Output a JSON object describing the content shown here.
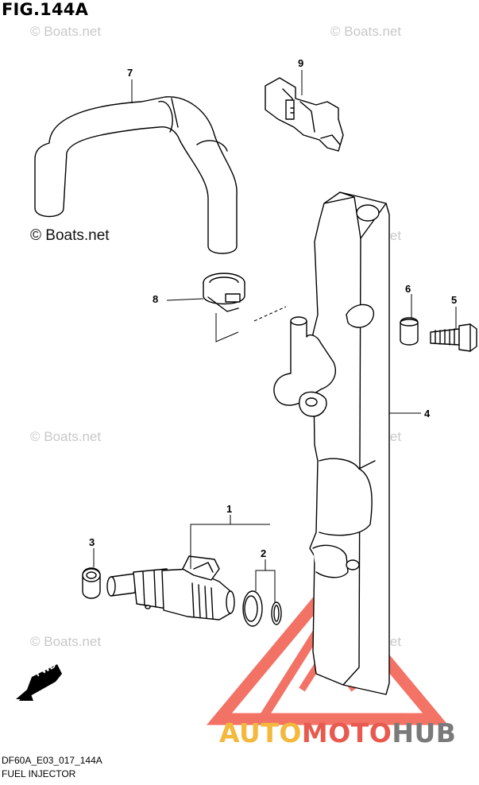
{
  "figure": {
    "title": "FIG.144A",
    "footer_code": "DF60A_E03_017_144A",
    "footer_name": "FUEL INJECTOR"
  },
  "watermarks": {
    "text": "© Boats.net",
    "dark_text": "© Boats.net"
  },
  "callouts": {
    "part_1": "1",
    "part_2": "2",
    "part_3": "3",
    "part_4": "4",
    "part_5": "5",
    "part_6": "6",
    "part_7": "7",
    "part_8": "8",
    "part_9": "9"
  },
  "fwd_arrow": {
    "label": "FWD"
  },
  "brand": {
    "part_a": "AUTO",
    "part_b": "MOTO",
    "part_c": "HUB",
    "colors": {
      "auto": "#f3b83c",
      "moto": "#e85a4f",
      "hub": "#7a7a7a"
    }
  }
}
